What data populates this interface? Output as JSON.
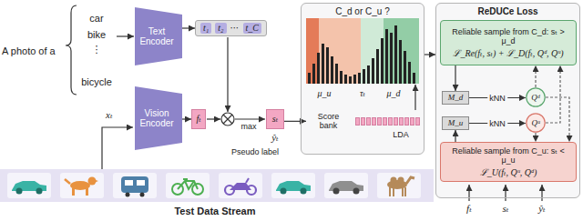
{
  "diagram": {
    "nodes": [
      {
        "text": [
          "Text Encoder"
        ]
      },
      {
        "text": [
          "t₁",
          "t₂",
          "⋯",
          "t_C"
        ]
      },
      {
        "text": [
          "Vision Encoder"
        ]
      },
      {
        "text": [
          "fₜ"
        ]
      },
      {
        "text": [
          "sₜ"
        ]
      },
      {
        "text": [
          "C_d or C_u ?"
        ]
      },
      {
        "text": [
          "Score bank"
        ],
        "in": 5
      },
      {
        "text": [
          "ReDUCe Loss"
        ]
      },
      {
        "text": [
          "Reliable sample from C_d: sₜ > μ_d",
          "ℒ_Re(fₜ, sₜ) + ℒ_D(fₜ, Qᵈ, Qᵘ)"
        ],
        "in": 7
      },
      {
        "text": [
          "M_d"
        ],
        "in": 7
      },
      {
        "text": [
          "Qᵈ"
        ],
        "in": 7
      },
      {
        "text": [
          "M_u"
        ],
        "in": 7
      },
      {
        "text": [
          "Qᵘ"
        ],
        "in": 7
      },
      {
        "text": [
          "Reliable sample from C_u: sₜ < μ_u",
          "ℒ_U(fₜ, Qᵘ, Qᵈ)"
        ],
        "in": 7
      }
    ],
    "edges": [
      {
        "from": 0,
        "to": 1,
        "arrow": "to"
      },
      {
        "from": 2,
        "to": 3,
        "arrow": "to"
      },
      {
        "from": 4,
        "to": 6,
        "arrow": "to"
      },
      {
        "from": 5,
        "to": 7,
        "arrow": "to"
      },
      {
        "from": 8,
        "to": 9,
        "arrow": "to"
      },
      {
        "from": 13,
        "to": 11,
        "arrow": "to"
      },
      {
        "from": 9,
        "to": 10,
        "label": "kNN",
        "arrow": "to"
      },
      {
        "from": 11,
        "to": 12,
        "label": "kNN",
        "arrow": "to"
      },
      {
        "from": 10,
        "to": 8,
        "arrow": "to"
      },
      {
        "from": 12,
        "to": 8,
        "arrow": "to"
      },
      {
        "from": 10,
        "to": 13,
        "arrow": "to"
      },
      {
        "from": 12,
        "to": 13,
        "arrow": "to"
      }
    ],
    "labels": [
      "A photo of a",
      "car",
      "bike",
      "⋮",
      "bicycle",
      "xₜ",
      "max",
      "ŷₜ",
      "Pseudo label",
      "μ_u",
      "τₜ",
      "μ_d",
      "LDA",
      "fₜ",
      "sₜ",
      "ŷₜ",
      "Test Data Stream"
    ]
  }
}
